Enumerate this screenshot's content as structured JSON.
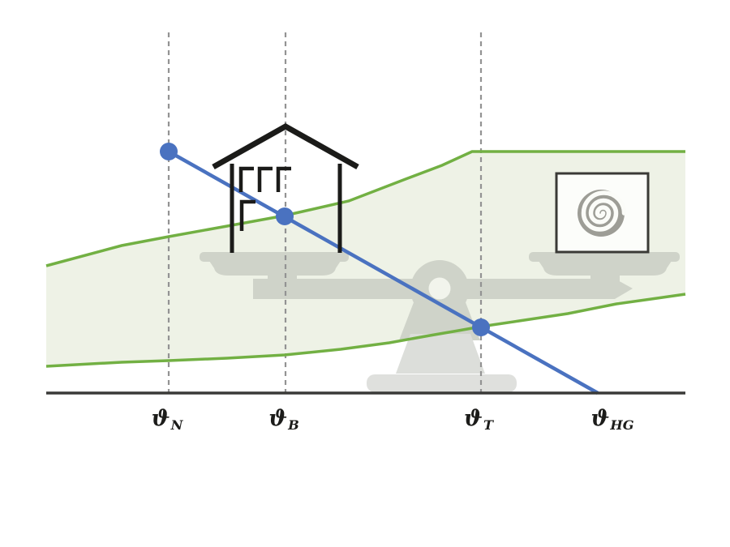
{
  "diagram": {
    "kind": "heating-curve-balance-diagram",
    "background": "#ffffff",
    "axis_points": [
      {
        "symbol": "ϑ",
        "subscript": "N",
        "has_dashed_guide": true,
        "marker": "blue dot on heating line"
      },
      {
        "symbol": "ϑ",
        "subscript": "B",
        "has_dashed_guide": true,
        "marker": "blue dot where heating line crosses upper green curve"
      },
      {
        "symbol": "ϑ",
        "subscript": "T",
        "has_dashed_guide": true,
        "marker": "blue dot where heating line crosses lower green curve"
      },
      {
        "symbol": "ϑ",
        "subscript": "HG",
        "has_dashed_guide": false,
        "marker": "heating line meets baseline"
      }
    ],
    "elements": {
      "heating_line": {
        "color": "#4a72c0",
        "style": "straight, descending left to right, 3 dot markers"
      },
      "green_band": {
        "fill": "#eef2e6",
        "stroke": "#72b043",
        "style": "band between upper and lower green curves, upper curve flattens to plateau on right"
      },
      "baseline": {
        "color": "#3a3a38",
        "style": "horizontal ground axis"
      },
      "dashed_guides": {
        "color": "#939393",
        "count": 3
      },
      "house_icon": {
        "color": "#1b1b19",
        "position": "on left balance pan"
      },
      "heat_spiral_box_icon": {
        "border": "#3a3a36",
        "spiral": "#9d9d96",
        "position": "on right balance pan"
      },
      "balance_scale_icon": {
        "color_main": "#cfd3c9",
        "color_base": "#dcdeda",
        "position": "center, level beam"
      }
    },
    "colors": {
      "accent_blue": "#4a72c0",
      "accent_green": "#72b043",
      "band_fill": "#eef2e6",
      "scale_gray": "#cfd3c9",
      "scale_gray_light": "#dcdeda",
      "outline_black": "#1b1b19",
      "guide_gray": "#939393"
    }
  }
}
